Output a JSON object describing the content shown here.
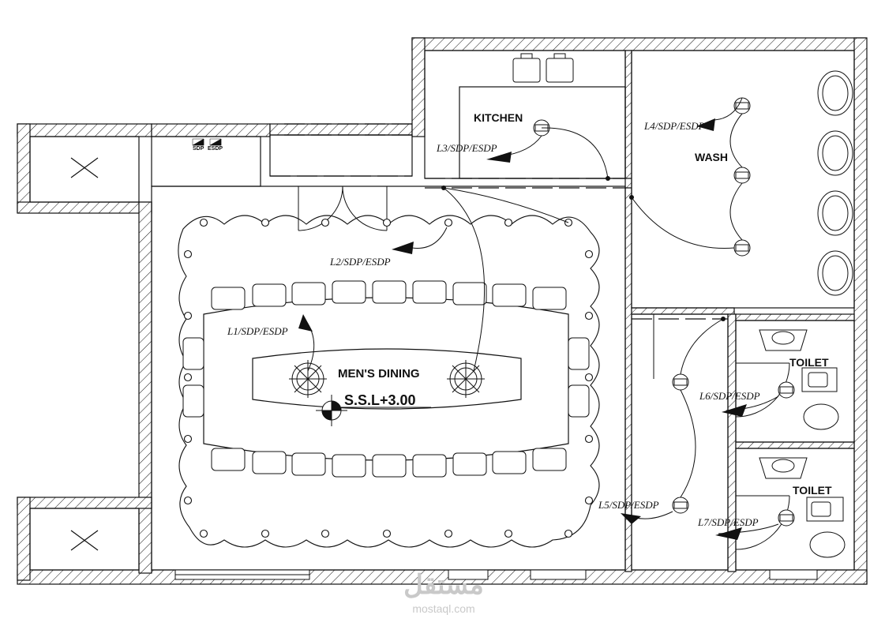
{
  "rooms": {
    "kitchen": "KITCHEN",
    "wash": "WASH",
    "dining": "MEN'S DINING",
    "toilet_1": "TOILET",
    "toilet_2": "TOILET"
  },
  "level_mark": "S.S.L+3.00",
  "panel_labels": {
    "sdp": "SDP",
    "esdp": "ESDP"
  },
  "circuits": {
    "l1": "L1/SDP/ESDP",
    "l2": "L2/SDP/ESDP",
    "l3": "L3/SDP/ESDP",
    "l4": "L4/SDP/ESDP",
    "l5": "L5/SDP/ESDP",
    "l6": "L6/SDP/ESDP",
    "l7": "L7/SDP/ESDP"
  },
  "watermark": {
    "arabic": "مستقل",
    "latin": "mostaql.com"
  },
  "colors": {
    "line": "#111111",
    "background": "#ffffff",
    "watermark": "#c9c9c9"
  }
}
